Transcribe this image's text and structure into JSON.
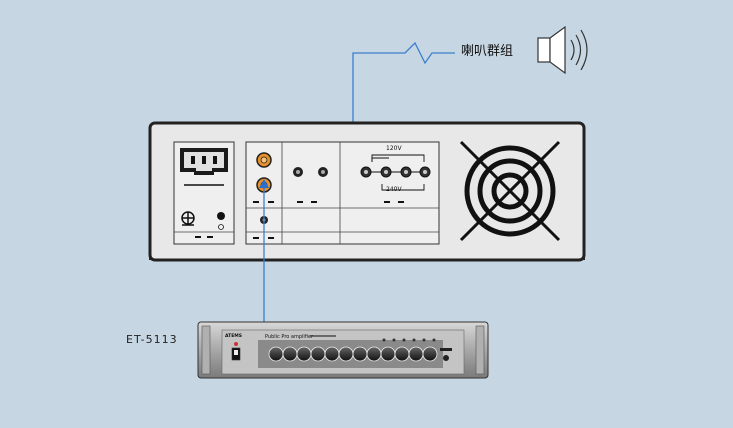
{
  "speaker_group": {
    "label": "喇叭群组"
  },
  "amp_rear": {
    "voltage_top": "120V",
    "voltage_bottom": "240V"
  },
  "preamp": {
    "model": "ET-5113",
    "panel_text": "Public Pro amplifier",
    "brand": "ATEMS"
  },
  "colors": {
    "background": "#c6d6e2",
    "wire": "#3b7fd0",
    "connector": "#e8902a"
  }
}
